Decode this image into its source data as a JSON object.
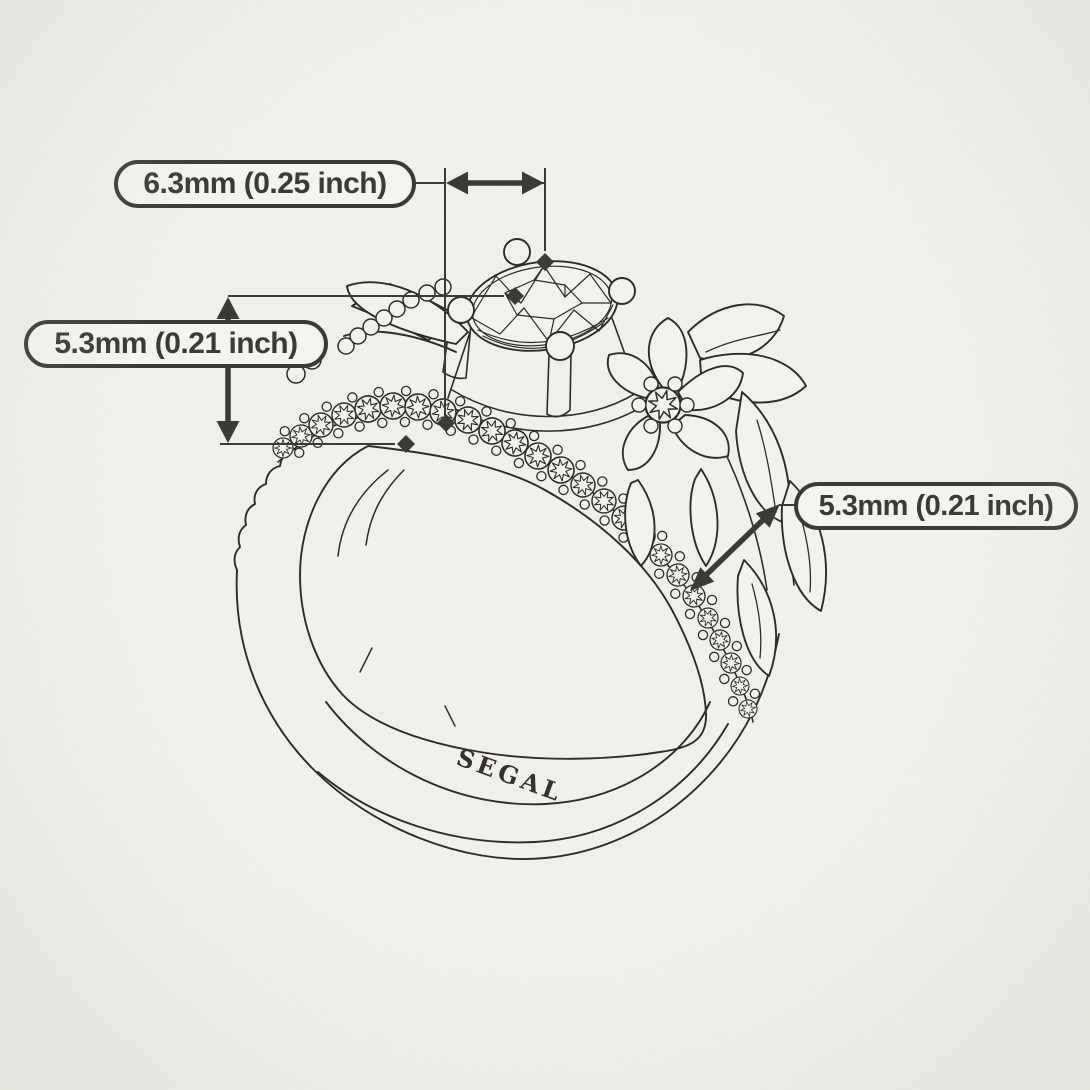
{
  "colors": {
    "paper": "#f2f1ec",
    "ink": "#2e2c29",
    "annotation": "#3a3a38",
    "label_background": "#f4f3ee"
  },
  "sketch": {
    "subject": "floral engagement ring bridal set, hand-drawn line art",
    "engraving": {
      "brand": "SEGAL"
    }
  },
  "dimensions": {
    "stone_width": {
      "label": "6.3mm (0.25 inch)",
      "orientation": "horizontal"
    },
    "stone_height": {
      "label": "5.3mm (0.21 inch)",
      "orientation": "vertical"
    },
    "band_width": {
      "label": "5.3mm (0.21 inch)",
      "orientation": "diagonal"
    }
  }
}
